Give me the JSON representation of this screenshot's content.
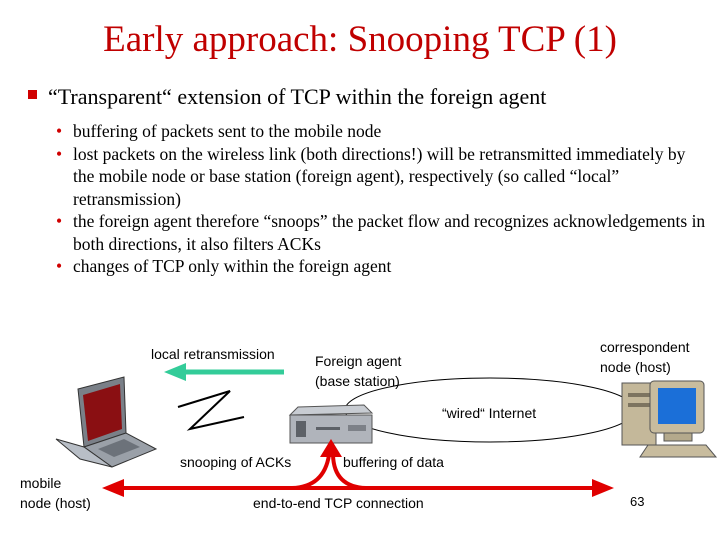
{
  "title": "Early approach: Snooping TCP (1)",
  "main_bullet": "“Transparent“ extension of TCP within the foreign agent",
  "sub_bullets": [
    "buffering of packets sent to the mobile node",
    "lost packets on the wireless link (both directions!) will be retransmitted immediately by the mobile node or base station (foreign agent), respectively (so called “local” retransmission)",
    "the foreign agent therefore “snoops” the packet flow and recognizes acknowledgements in both directions, it also filters ACKs",
    "changes of TCP only within the foreign agent"
  ],
  "diagram": {
    "local_retransmission": "local retransmission",
    "foreign_agent_line1": "Foreign agent",
    "foreign_agent_line2": "(base station)",
    "correspondent_line1": "correspondent",
    "correspondent_line2": "node (host)",
    "wired_internet": "“wired“ Internet",
    "snooping_acks": "snooping of ACKs",
    "buffering_data": "buffering of data",
    "mobile_line1": "mobile",
    "mobile_line2": "node (host)",
    "end_to_end": "end-to-end TCP connection",
    "colors": {
      "arrow_red": "#e00000",
      "retransmit_green": "#33cc99",
      "title_red": "#c00000"
    },
    "icons": [
      "laptop-icon",
      "wireless-link-icon",
      "base-station-icon",
      "desktop-computer-icon"
    ]
  },
  "page_number": "63"
}
